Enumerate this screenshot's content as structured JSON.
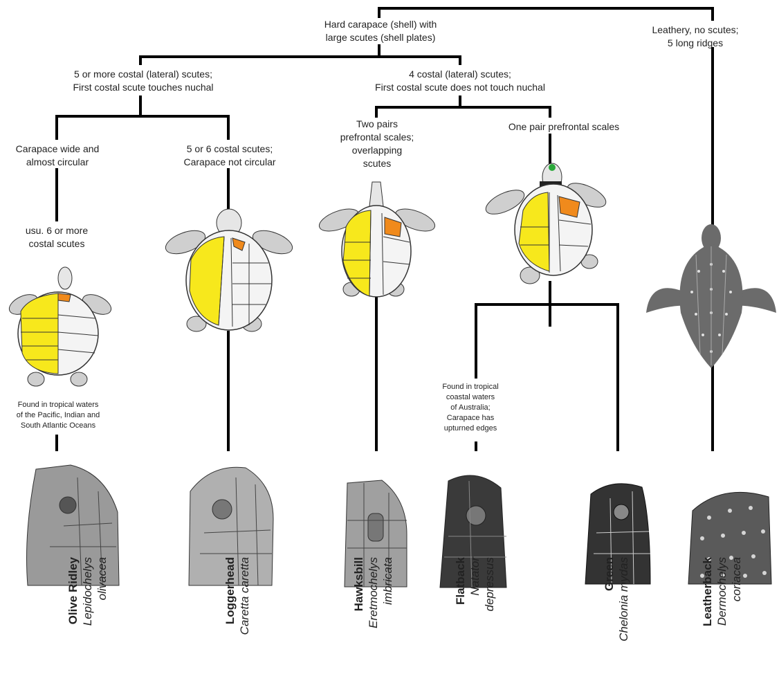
{
  "nodes": {
    "root_hard": "Hard carapace (shell) with\nlarge scutes (shell plates)",
    "leathery": "Leathery, no scutes;\n5 long ridges",
    "costal5": "5 or more costal (lateral) scutes;\nFirst costal scute touches nuchal",
    "costal4": "4 costal (lateral) scutes;\nFirst costal scute does not touch nuchal",
    "wide": "Carapace wide and\nalmost circular",
    "not_circular": "5 or 6 costal scutes;\nCarapace not circular",
    "two_pairs": "Two pairs\nprefrontal scales;\noverlapping\nscutes",
    "one_pair": "One pair prefrontal scales",
    "usu6": "usu. 6 or more\ncostal scutes"
  },
  "notes": {
    "olive_range": "Found in tropical waters\nof the Pacific, Indian and\nSouth Atlantic Oceans",
    "flatback_range": "Found in tropical\ncoastal waters\nof Australia;\nCarapace has\nupturned edges"
  },
  "species": [
    {
      "common": "Olive Ridley",
      "scientific_1": "Lepidochelys",
      "scientific_2": "olivacea"
    },
    {
      "common": "Loggerhead",
      "scientific_1": "Caretta caretta",
      "scientific_2": ""
    },
    {
      "common": "Hawksbill",
      "scientific_1": "Eretmochelys",
      "scientific_2": "imbricata"
    },
    {
      "common": "Flatback",
      "scientific_1": "Natator",
      "scientific_2": "depressus"
    },
    {
      "common": "Green",
      "scientific_1": "Chelonia mydas",
      "scientific_2": ""
    },
    {
      "common": "Leatherback",
      "scientific_1": "Dermochelys",
      "scientific_2": "coriacea"
    }
  ],
  "colors": {
    "costal_highlight": "#f7e81c",
    "nuchal_highlight": "#f08a1c",
    "scute_fill": "#f4f4f4",
    "flipper_fill": "#cfcfcf",
    "leatherback_fill": "#6b6b6b",
    "prefrontal_marker": "#2aa83a",
    "line": "#000000"
  }
}
